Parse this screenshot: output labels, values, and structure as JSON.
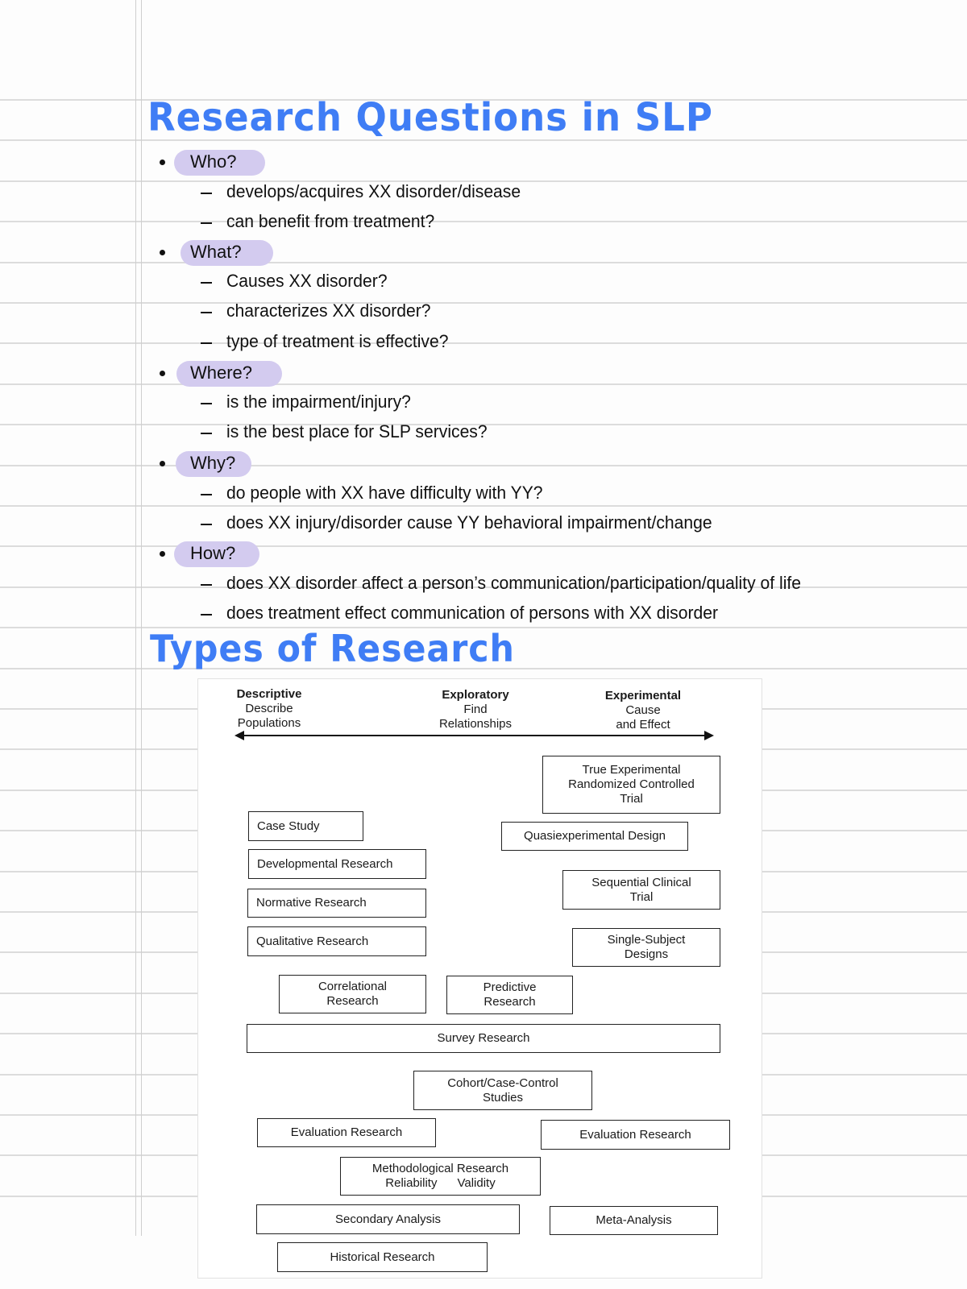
{
  "page": {
    "background": "#fdfdfd",
    "rule_color": "#dcdcdc",
    "accent_title_color": "#3f7df5",
    "highlight_color": "#d3cbef"
  },
  "section1": {
    "title": "Research Questions in SLP",
    "items": [
      {
        "label": "Who?",
        "subitems": [
          "develops/acquires XX disorder/disease",
          "can benefit from treatment?"
        ]
      },
      {
        "label": "What?",
        "subitems": [
          "Causes XX disorder?",
          "characterizes XX disorder?",
          "type of treatment is effective?"
        ]
      },
      {
        "label": "Where?",
        "subitems": [
          "is the impairment/injury?",
          "is the best place for SLP services?"
        ]
      },
      {
        "label": "Why?",
        "subitems": [
          "do people with XX have difficulty with YY?",
          "does XX injury/disorder cause YY behavioral impairment/change"
        ]
      },
      {
        "label": "How?",
        "subitems": [
          "does XX disorder affect a person’s communication/participation/quality of life",
          "does treatment effect communication of persons with XX disorder"
        ]
      }
    ]
  },
  "section2": {
    "title": "Types of Research",
    "diagram": {
      "continuum": [
        {
          "title": "Descriptive",
          "line1": "Describe",
          "line2": "Populations"
        },
        {
          "title": "Exploratory",
          "line1": "Find",
          "line2": "Relationships"
        },
        {
          "title": "Experimental",
          "line1": "Cause",
          "line2": "and Effect"
        }
      ],
      "boxes": {
        "true_experimental": [
          "True Experimental",
          "Randomized Controlled",
          "Trial"
        ],
        "case_study": [
          "Case Study"
        ],
        "quasiexperimental": [
          "Quasiexperimental Design"
        ],
        "developmental": [
          "Developmental Research"
        ],
        "sequential_clinical": [
          "Sequential Clinical",
          "Trial"
        ],
        "normative": [
          "Normative Research"
        ],
        "qualitative": [
          "Qualitative Research"
        ],
        "single_subject": [
          "Single-Subject",
          "Designs"
        ],
        "correlational": [
          "Correlational",
          "Research"
        ],
        "predictive": [
          "Predictive",
          "Research"
        ],
        "survey": [
          "Survey Research"
        ],
        "cohort": [
          "Cohort/Case-Control",
          "Studies"
        ],
        "evaluation_left": [
          "Evaluation Research"
        ],
        "evaluation_right": [
          "Evaluation Research"
        ],
        "methodological": [
          "Methodological Research",
          "Reliability      Validity"
        ],
        "secondary": [
          "Secondary Analysis"
        ],
        "meta": [
          "Meta-Analysis"
        ],
        "historical": [
          "Historical Research"
        ]
      }
    }
  }
}
